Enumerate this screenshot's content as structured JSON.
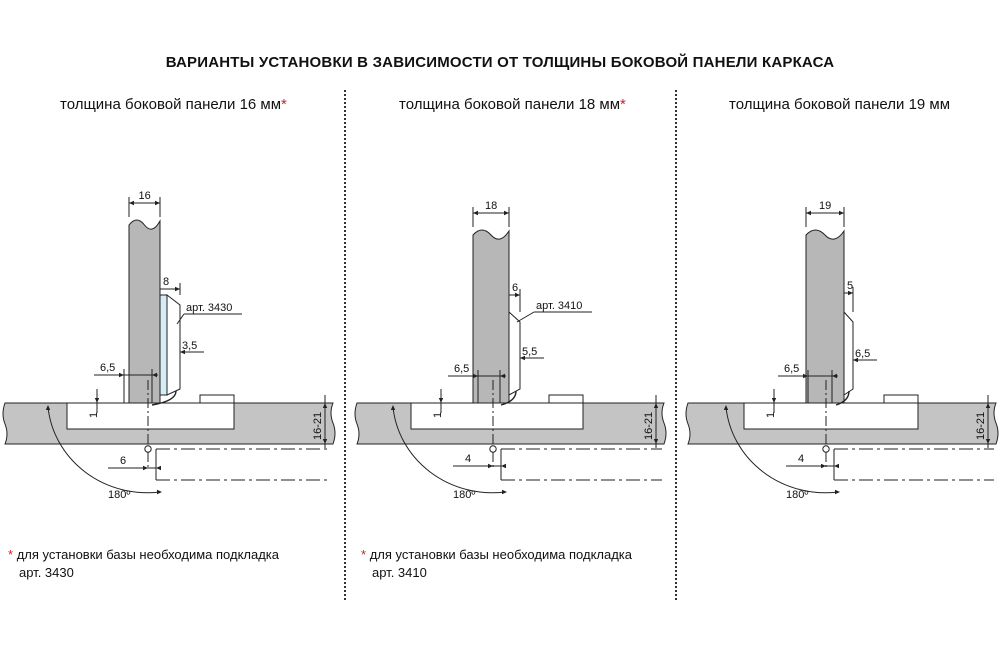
{
  "title": "ВАРИАНТЫ УСТАНОВКИ В ЗАВИСИМОСТИ ОТ ТОЛЩИНЫ БОКОВОЙ ПАНЕЛИ КАРКАСА",
  "colors": {
    "panel_fill": "#b7b7b7",
    "door_fill": "#c4c4c4",
    "spacer_fill": "#d6ecf7",
    "accent": "#d0202a",
    "line": "#222222"
  },
  "variants": [
    {
      "subtitle": "толщина боковой панели 16 мм",
      "asterisk": "*",
      "dims": {
        "panel": "16",
        "spacer": "8",
        "article": "арт. 3430",
        "plate": "3,5",
        "offset": "6,5",
        "gap": "1",
        "door": "16-21",
        "bottom": "6",
        "angle": "180º"
      },
      "footnote": {
        "mark": "*",
        "line1": "для установки базы необходима подкладка",
        "line2": "арт. 3430"
      }
    },
    {
      "subtitle": "толщина боковой панели 18 мм",
      "asterisk": "*",
      "dims": {
        "panel": "18",
        "spacer": "6",
        "article": "арт. 3410",
        "plate": "5,5",
        "offset": "6,5",
        "gap": "1",
        "door": "16-21",
        "bottom": "4",
        "angle": "180º"
      },
      "footnote": {
        "mark": "*",
        "line1": "для установки базы необходима подкладка",
        "line2": "арт. 3410"
      }
    },
    {
      "subtitle": "толщина боковой панели 19 мм",
      "asterisk": "",
      "dims": {
        "panel": "19",
        "spacer": "5",
        "plate": "6,5",
        "offset": "6,5",
        "gap": "1",
        "door": "16-21",
        "bottom": "4",
        "angle": "180º"
      }
    }
  ]
}
